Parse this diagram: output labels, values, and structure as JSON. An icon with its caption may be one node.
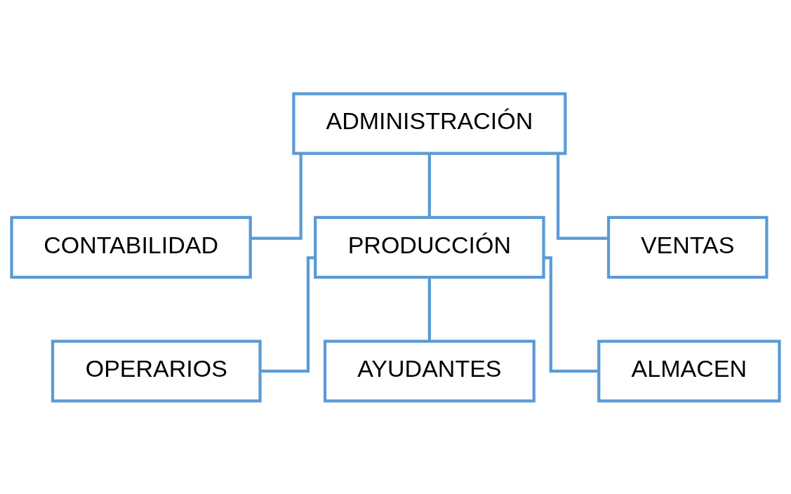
{
  "diagram": {
    "nodes": [
      {
        "text": [
          "ADMINISTRACIÓN"
        ]
      },
      {
        "text": [
          "CONTABILIDAD"
        ]
      },
      {
        "text": [
          "PRODUCCIÓN"
        ]
      },
      {
        "text": [
          "VENTAS"
        ]
      },
      {
        "text": [
          "OPERARIOS"
        ]
      },
      {
        "text": [
          "AYUDANTES"
        ]
      },
      {
        "text": [
          "ALMACEN"
        ]
      }
    ],
    "edges": [
      {
        "from": 0,
        "to": 1,
        "arrow": "none"
      },
      {
        "from": 0,
        "to": 2,
        "arrow": "none"
      },
      {
        "from": 0,
        "to": 3,
        "arrow": "none"
      },
      {
        "from": 2,
        "to": 4,
        "arrow": "none"
      },
      {
        "from": 2,
        "to": 5,
        "arrow": "none"
      },
      {
        "from": 2,
        "to": 6,
        "arrow": "none"
      }
    ]
  }
}
